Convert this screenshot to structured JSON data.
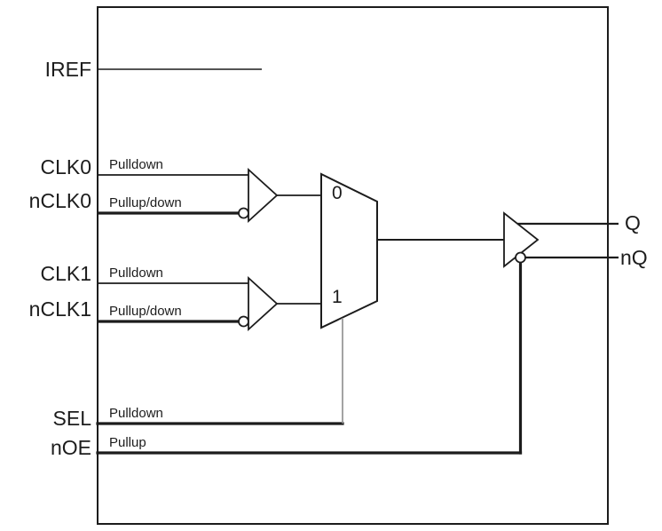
{
  "diagram": {
    "kind": "clock-multiplexer-block-diagram",
    "left_pins": {
      "iref": "IREF",
      "clk0": "CLK0",
      "nclk0": "nCLK0",
      "clk1": "CLK1",
      "nclk1": "nCLK1",
      "sel": "SEL",
      "noe": "nOE"
    },
    "right_pins": {
      "q": "Q",
      "nq": "nQ"
    },
    "input_conditioning": {
      "clk0": "Pulldown",
      "nclk0": "Pullup/down",
      "clk1": "Pulldown",
      "nclk1": "Pullup/down",
      "sel": "Pulldown",
      "noe": "Pullup"
    },
    "mux": {
      "input0": "0",
      "input1": "1"
    },
    "colors": {
      "line": "#1c1c1c",
      "select_line": "#8c8c8c",
      "background": "#ffffff"
    }
  }
}
